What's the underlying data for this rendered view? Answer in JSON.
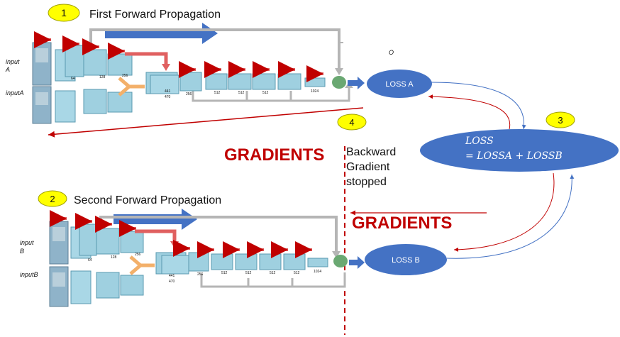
{
  "steps": {
    "s1": {
      "num": "1",
      "label": "First Forward Propagation"
    },
    "s2": {
      "num": "2",
      "label": "Second Forward Propagation"
    },
    "s3": {
      "num": "3"
    },
    "s4": {
      "num": "4"
    }
  },
  "inputs": {
    "a_top": "input",
    "a_top2": "A",
    "a_bottom": "inputA",
    "b_top": "input",
    "b_top2": "B",
    "b_bottom": "inputB"
  },
  "network": {
    "conv": "conv",
    "upconv": "up-conv",
    "skip": "skip",
    "dims": [
      "64",
      "128",
      "256",
      "512",
      "512",
      "512",
      "1024",
      "441",
      "470"
    ]
  },
  "o_label": "O",
  "loss": {
    "a": "LOSS A",
    "b": "LOSS B",
    "total_line1": "LOSS",
    "total_line2": "= LOSSA + LOSSB"
  },
  "gradients": {
    "left": "GRADIENTS",
    "right": "GRADIENTS"
  },
  "backward": {
    "line1": "Backward",
    "line2": "Gradient",
    "line3": "stopped"
  },
  "colors": {
    "badge": "#ffff00",
    "loss_fill": "#4472c4",
    "arrow_blue": "#4472c4",
    "gradient_red": "#c00000",
    "grey_path": "#b0b0b0",
    "box_fill": "#9fd0e0",
    "upconv_red": "#e06060",
    "skip_orange": "#f3b06a",
    "out_green": "#6aa872"
  }
}
